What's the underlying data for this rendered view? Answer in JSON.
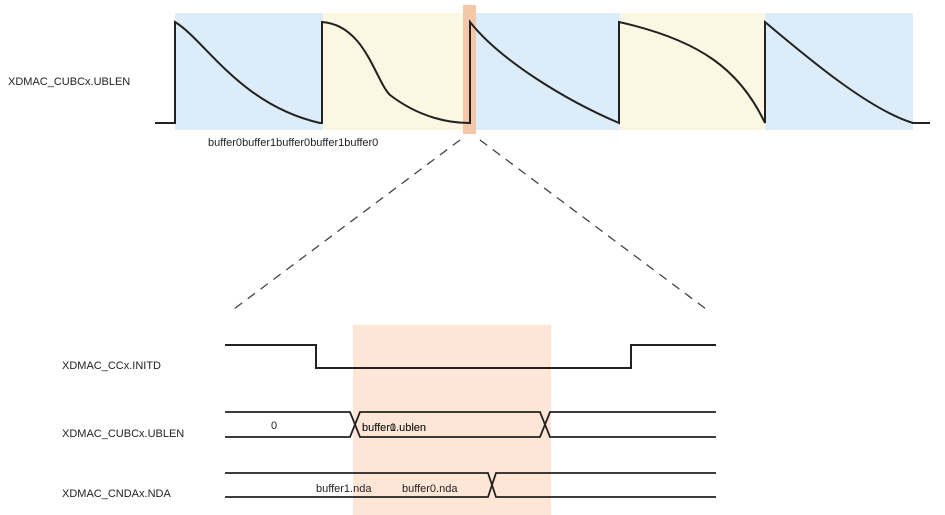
{
  "colors": {
    "buffer0_fill": "#dcecf8",
    "buffer1_fill": "#fcf7e2",
    "highlight_bar": "#f4c7a8",
    "zoom_highlight": "#fde6d6",
    "line": "#222222"
  },
  "top": {
    "signal_label": "XDMAC_CUBCx.UBLEN",
    "buffer_labels": [
      "buffer0",
      "buffer1",
      "buffer0",
      "buffer1",
      "buffer0"
    ]
  },
  "bottom": {
    "signals": [
      {
        "label": "XDMAC_CCx.INITD"
      },
      {
        "label": "XDMAC_CUBCx.UBLEN",
        "values": [
          "0",
          "buffer0.ublen",
          "buffer1.ublen"
        ]
      },
      {
        "label": "XDMAC_CNDAx.NDA",
        "values": [
          "buffer1.nda",
          "buffer0.nda"
        ]
      }
    ]
  }
}
